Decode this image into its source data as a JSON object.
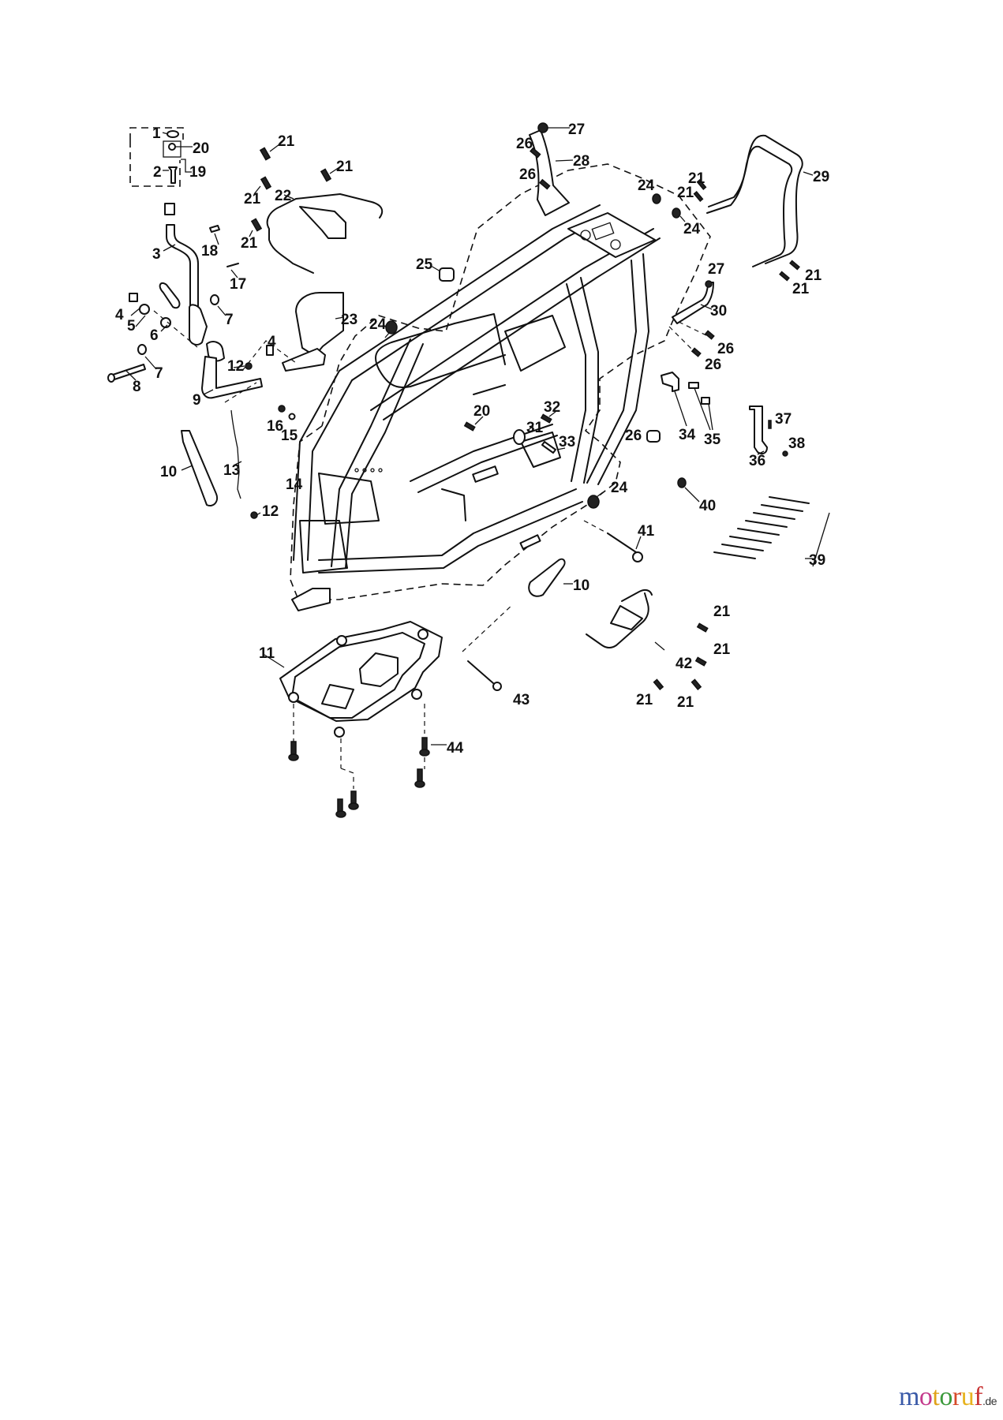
{
  "diagram": {
    "title": "Frame assembly exploded parts diagram",
    "callouts": [
      {
        "id": "c1",
        "text": "1"
      },
      {
        "id": "c20a",
        "text": "20"
      },
      {
        "id": "c2",
        "text": "2"
      },
      {
        "id": "c19",
        "text": "19"
      },
      {
        "id": "c21a",
        "text": "21"
      },
      {
        "id": "c21b",
        "text": "21"
      },
      {
        "id": "c21c",
        "text": "21"
      },
      {
        "id": "c22",
        "text": "22"
      },
      {
        "id": "c21d",
        "text": "21"
      },
      {
        "id": "c3",
        "text": "3"
      },
      {
        "id": "c18",
        "text": "18"
      },
      {
        "id": "c17",
        "text": "17"
      },
      {
        "id": "c4a",
        "text": "4"
      },
      {
        "id": "c5",
        "text": "5"
      },
      {
        "id": "c7a",
        "text": "7"
      },
      {
        "id": "c6",
        "text": "6"
      },
      {
        "id": "c23",
        "text": "23"
      },
      {
        "id": "c4b",
        "text": "4"
      },
      {
        "id": "c12a",
        "text": "12"
      },
      {
        "id": "c7b",
        "text": "7"
      },
      {
        "id": "c8",
        "text": "8"
      },
      {
        "id": "c9",
        "text": "9"
      },
      {
        "id": "c16",
        "text": "16"
      },
      {
        "id": "c15",
        "text": "15"
      },
      {
        "id": "c10a",
        "text": "10"
      },
      {
        "id": "c13",
        "text": "13"
      },
      {
        "id": "c12b",
        "text": "12"
      },
      {
        "id": "c14",
        "text": "14"
      },
      {
        "id": "c25",
        "text": "25"
      },
      {
        "id": "c24a",
        "text": "24"
      },
      {
        "id": "c20b",
        "text": "20"
      },
      {
        "id": "c31",
        "text": "31"
      },
      {
        "id": "c32",
        "text": "32"
      },
      {
        "id": "c33",
        "text": "33"
      },
      {
        "id": "c24b",
        "text": "24"
      },
      {
        "id": "c10b",
        "text": "10"
      },
      {
        "id": "c27a",
        "text": "27"
      },
      {
        "id": "c26a",
        "text": "26"
      },
      {
        "id": "c28",
        "text": "28"
      },
      {
        "id": "c26b",
        "text": "26"
      },
      {
        "id": "c24c",
        "text": "24"
      },
      {
        "id": "c24d",
        "text": "24"
      },
      {
        "id": "c21e",
        "text": "21"
      },
      {
        "id": "c21f",
        "text": "21"
      },
      {
        "id": "c29",
        "text": "29"
      },
      {
        "id": "c21g",
        "text": "21"
      },
      {
        "id": "c21h",
        "text": "21"
      },
      {
        "id": "c27b",
        "text": "27"
      },
      {
        "id": "c30",
        "text": "30"
      },
      {
        "id": "c26c",
        "text": "26"
      },
      {
        "id": "c26d",
        "text": "26"
      },
      {
        "id": "c34",
        "text": "34"
      },
      {
        "id": "c35",
        "text": "35"
      },
      {
        "id": "c26e",
        "text": "26"
      },
      {
        "id": "c37",
        "text": "37"
      },
      {
        "id": "c38",
        "text": "38"
      },
      {
        "id": "c36",
        "text": "36"
      },
      {
        "id": "c40",
        "text": "40"
      },
      {
        "id": "c41",
        "text": "41"
      },
      {
        "id": "c39",
        "text": "39"
      },
      {
        "id": "c21i",
        "text": "21"
      },
      {
        "id": "c42",
        "text": "42"
      },
      {
        "id": "c21j",
        "text": "21"
      },
      {
        "id": "c21k",
        "text": "21"
      },
      {
        "id": "c21l",
        "text": "21"
      },
      {
        "id": "c43",
        "text": "43"
      },
      {
        "id": "c11",
        "text": "11"
      },
      {
        "id": "c44",
        "text": "44"
      }
    ]
  },
  "watermark": {
    "letters": [
      "m",
      "o",
      "t",
      "o",
      "r",
      "u",
      "f"
    ],
    "suffix": ".de"
  }
}
